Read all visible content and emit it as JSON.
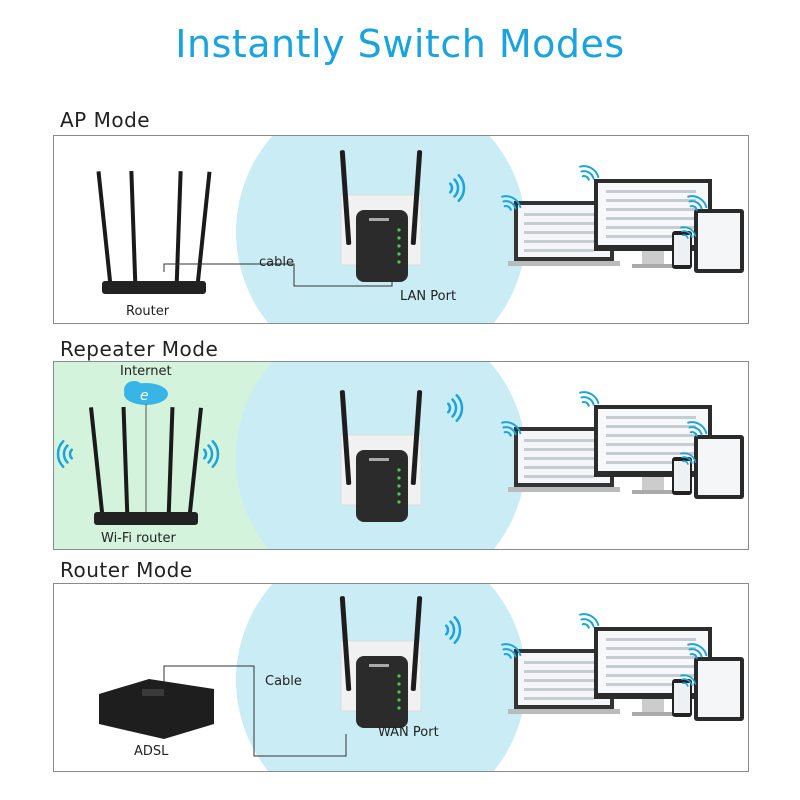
{
  "title": "Instantly Switch Modes",
  "colors": {
    "accent": "#1aa3dc",
    "coverage_blue": "#c9ecf5",
    "coverage_green": "#d4f3dc",
    "device": "#2b2b2b"
  },
  "panels": [
    {
      "mode": "AP Mode",
      "left_device": "Router",
      "link_label": "cable",
      "port_label": "LAN Port"
    },
    {
      "mode": "Repeater Mode",
      "left_device": "Wi-Fi router",
      "uplink_label": "Internet"
    },
    {
      "mode": "Router Mode",
      "left_device": "ADSL",
      "link_label": "Cable",
      "port_label": "WAN Port"
    }
  ],
  "icons": [
    "router-icon",
    "extender-icon",
    "wifi-signal-icon",
    "internet-cloud-icon",
    "modem-icon",
    "laptop-icon",
    "monitor-icon",
    "tablet-icon",
    "phone-icon"
  ]
}
